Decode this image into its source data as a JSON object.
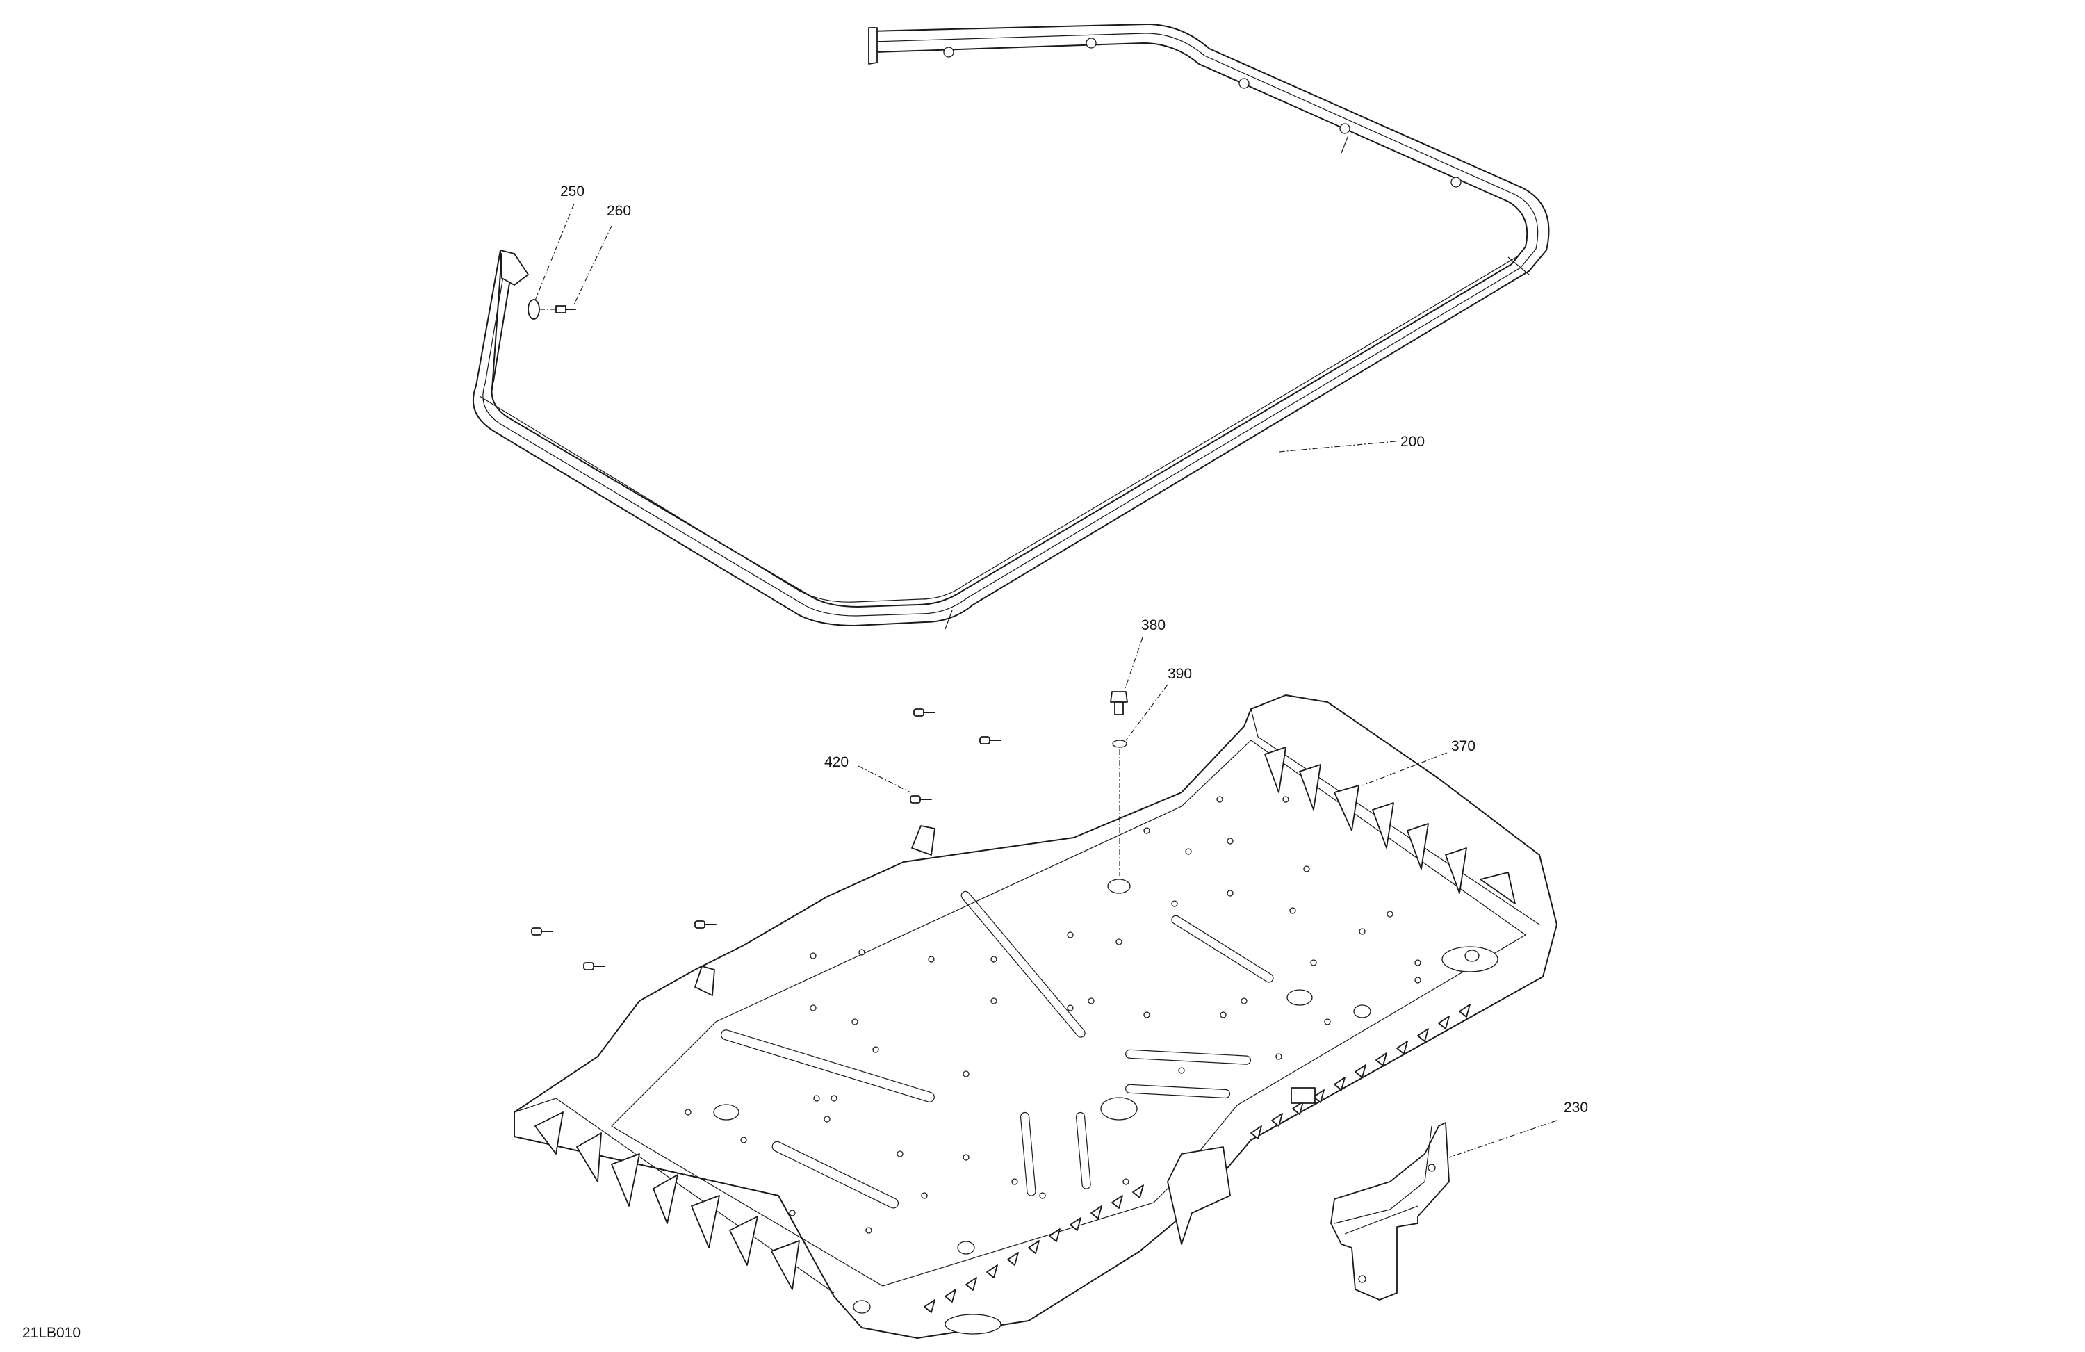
{
  "drawing_code": "21LB010",
  "callouts": [
    {
      "id": "200",
      "label": "200"
    },
    {
      "id": "230",
      "label": "230"
    },
    {
      "id": "250",
      "label": "250"
    },
    {
      "id": "260",
      "label": "260"
    },
    {
      "id": "370",
      "label": "370"
    },
    {
      "id": "380",
      "label": "380"
    },
    {
      "id": "390",
      "label": "390"
    },
    {
      "id": "420",
      "label": "420"
    }
  ]
}
